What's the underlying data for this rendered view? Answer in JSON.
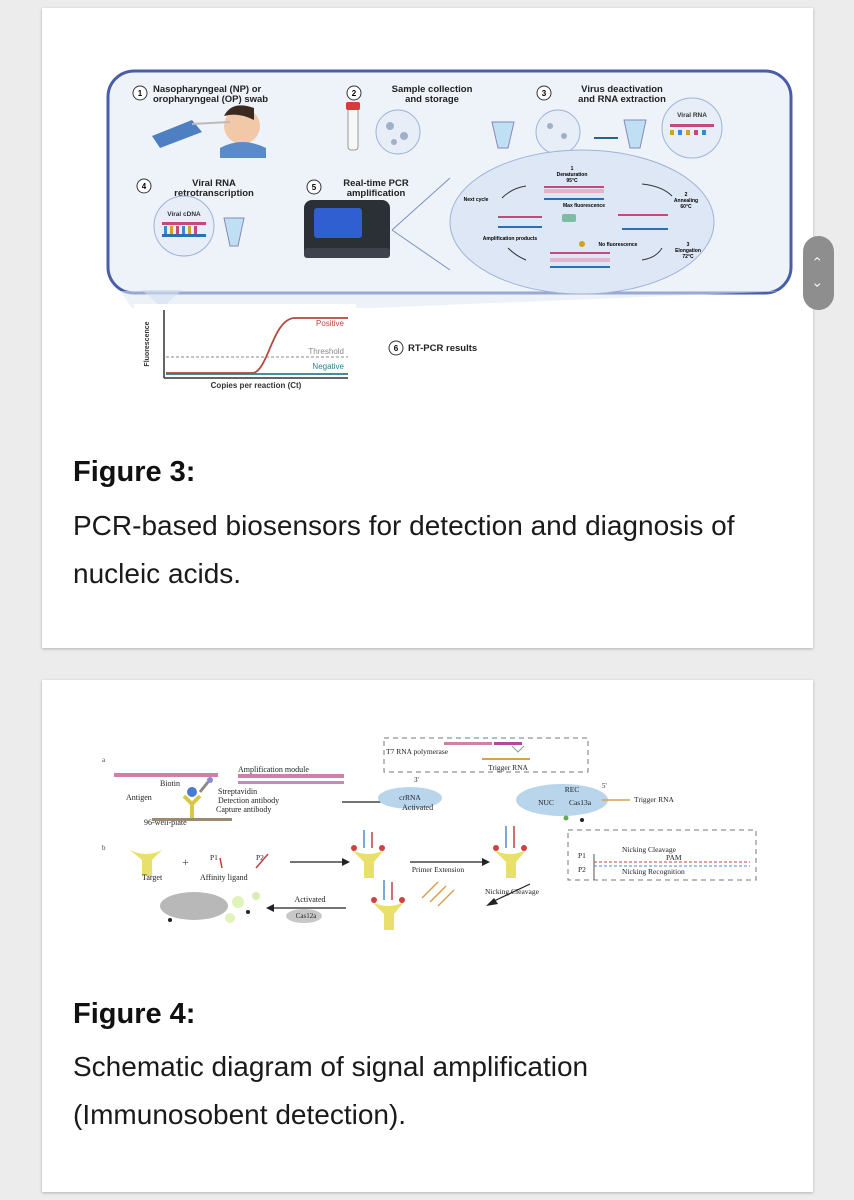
{
  "figure3": {
    "title": "Figure 3:",
    "caption": "PCR-based biosensors for detection and diagnosis of nucleic acids.",
    "steps": [
      {
        "num": "1",
        "line1": "Nasopharyngeal (NP) or",
        "line2": "oropharyngeal (OP) swab"
      },
      {
        "num": "2",
        "line1": "Sample collection",
        "line2": "and storage"
      },
      {
        "num": "3",
        "line1": "Virus deactivation",
        "line2": "and RNA extraction"
      },
      {
        "num": "4",
        "line1": "Viral RNA",
        "line2": "retrotranscription"
      },
      {
        "num": "5",
        "line1": "Real-time PCR",
        "line2": "amplification"
      },
      {
        "num": "6",
        "line1": "RT-PCR results",
        "line2": ""
      }
    ],
    "viral_rna": "Viral RNA",
    "viral_cdna": "Viral cDNA",
    "cycle": {
      "denaturation": "Denaturation",
      "denaturation_temp": "95°C",
      "denaturation_num": "1",
      "max_fluorescence": "Max fluorescence",
      "annealing": "Annealing",
      "annealing_temp": "60°C",
      "annealing_num": "2",
      "elongation": "Elongation",
      "elongation_temp": "72°C",
      "elongation_num": "3",
      "no_fluorescence": "No fluorescence",
      "next_cycle": "Next cycle",
      "amplification_products": "Amplification products"
    },
    "chart": {
      "ylabel": "Fluorescence",
      "xlabel": "Copies per reaction (Ct)",
      "positive": "Positive",
      "threshold": "Threshold",
      "negative": "Negative"
    },
    "colors": {
      "positive": "#b04a3e",
      "negative": "#2d7f8a",
      "threshold": "#888888",
      "frame": "#4a5da8"
    }
  },
  "figure4": {
    "title": "Figure 4:",
    "caption": "Schematic diagram of signal amplification (Immunosobent detection).",
    "panel_a": {
      "tag": "a",
      "t7": "T7 RNA polymerase",
      "trigger_rna_top": "Trigger RNA",
      "amplification_module": "Amplification module",
      "biotin": "Biotin",
      "streptavidin": "Streptavidin",
      "detection_antibody": "Detection antibody",
      "capture_antibody": "Capture antibody",
      "antigen": "Antigen",
      "well_plate": "96-well-plate",
      "crrna": "crRNA",
      "activated": "Activated",
      "rec": "REC",
      "nuc": "NUC",
      "cas13a": "Cas13a",
      "trigger_rna_right": "Trigger RNA",
      "five_prime": "5'",
      "three_prime": "3'"
    },
    "panel_b": {
      "tag": "b",
      "target": "Target",
      "affinity_ligand": "Affinity ligand",
      "p1": "P1",
      "p2": "P2",
      "primer_extension": "Primer Extension",
      "nicking_cleavage": "Nicking Cleavage",
      "activated": "Activated",
      "cas12a": "Cas12a",
      "legend_p1": "P1",
      "legend_p2": "P2",
      "legend_nicking_cleavage": "Nicking Cleavage",
      "legend_pam": "PAM",
      "legend_nicking_recognition": "Nicking Recognition"
    }
  },
  "scroll_buttons": {
    "up": "‹",
    "down": "›"
  }
}
